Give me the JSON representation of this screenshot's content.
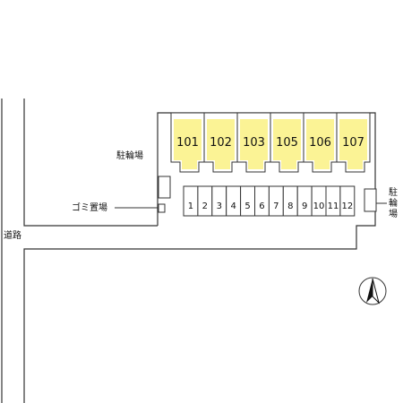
{
  "units": [
    {
      "label": "101"
    },
    {
      "label": "102"
    },
    {
      "label": "103"
    },
    {
      "label": "105"
    },
    {
      "label": "106"
    },
    {
      "label": "107"
    }
  ],
  "parking_slots": [
    "1",
    "2",
    "3",
    "4",
    "5",
    "6",
    "7",
    "8",
    "9",
    "10",
    "11",
    "12"
  ],
  "labels": {
    "bicycle_parking_left": "駐輪場",
    "garbage": "ゴミ置場",
    "road": "道路",
    "bicycle_parking_right": [
      "駐",
      "輪",
      "場"
    ]
  },
  "colors": {
    "unit_fill": "#fbf395",
    "line": "#333333"
  },
  "compass": {
    "icon": "north-arrow-icon"
  }
}
